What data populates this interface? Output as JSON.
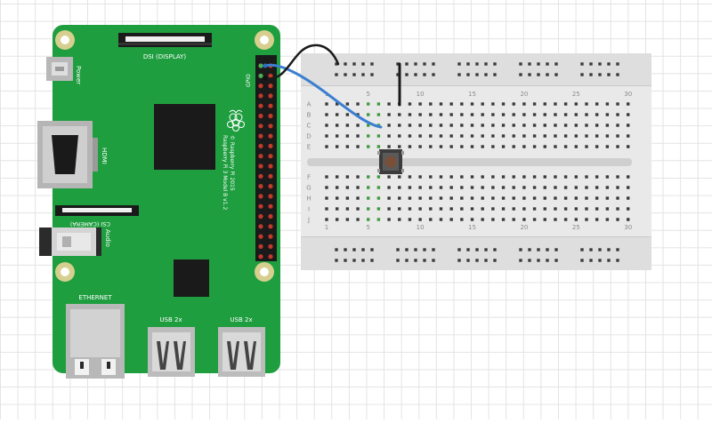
{
  "pi": {
    "model_text": "Raspberry Pi 3 Model B v1.2",
    "copyright_text": "© Raspberry Pi 2015",
    "dsi_label": "DSI (DISPLAY)",
    "csi_label": "CSI (CAMERA)",
    "power_label": "Power",
    "hdmi_label": "HDMI",
    "audio_label": "Audio",
    "ethernet_label": "ETHERNET",
    "usb1_label": "USB 2x",
    "usb2_label": "USB 2x",
    "gpio_label": "GPIO",
    "board_color": "#1f9e3f"
  },
  "breadboard": {
    "rows_top": [
      "A",
      "B",
      "C",
      "D",
      "E"
    ],
    "rows_bottom": [
      "F",
      "G",
      "H",
      "I",
      "J"
    ],
    "column_numbers": [
      "1",
      "5",
      "10",
      "15",
      "20",
      "25",
      "30"
    ],
    "body_color": "#dedede"
  },
  "wires": {
    "blue_color": "#3a7fd0",
    "black_color": "#1a1a1a"
  }
}
